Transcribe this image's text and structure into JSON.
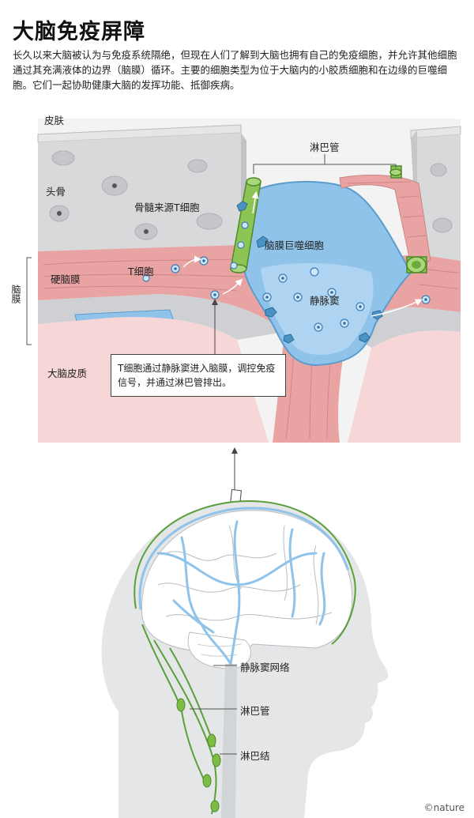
{
  "title": "大脑免疫屏障",
  "intro": "长久以来大脑被认为与免疫系统隔绝，但现在人们了解到大脑也拥有自己的免疫细胞，并允许其他细胞通过其充满液体的边界（脑膜）循环。主要的细胞类型为位于大脑内的小胶质细胞和在边缘的巨噬细胞。它们一起协助健康大脑的发挥功能、抵御疾病。",
  "labels": {
    "skin": "皮肤",
    "skull": "头骨",
    "bone_marrow_t": "骨髓来源T细胞",
    "lymph_vessel": "淋巴管",
    "macrophage": "脑膜巨噬细胞",
    "dura": "硬脑膜",
    "t_cell": "T细胞",
    "sinus": "静脉窦",
    "meninges": "脑膜",
    "cortex": "大脑皮质"
  },
  "callout": "T细胞通过静脉窦进入脑膜，调控免疫信号，并通过淋巴管排出。",
  "head_labels": {
    "sinus_network": "静脉窦网络",
    "lymph_vessel": "淋巴管",
    "lymph_node": "淋巴结"
  },
  "credit": "©nature",
  "colors": {
    "bone": "#d6d7d9",
    "dura": "#e8a0a0",
    "sinus": "#8fc3ea",
    "lymph": "#6aab3c",
    "cortex": "#f6d6d6",
    "head": "#e4e6e8"
  }
}
